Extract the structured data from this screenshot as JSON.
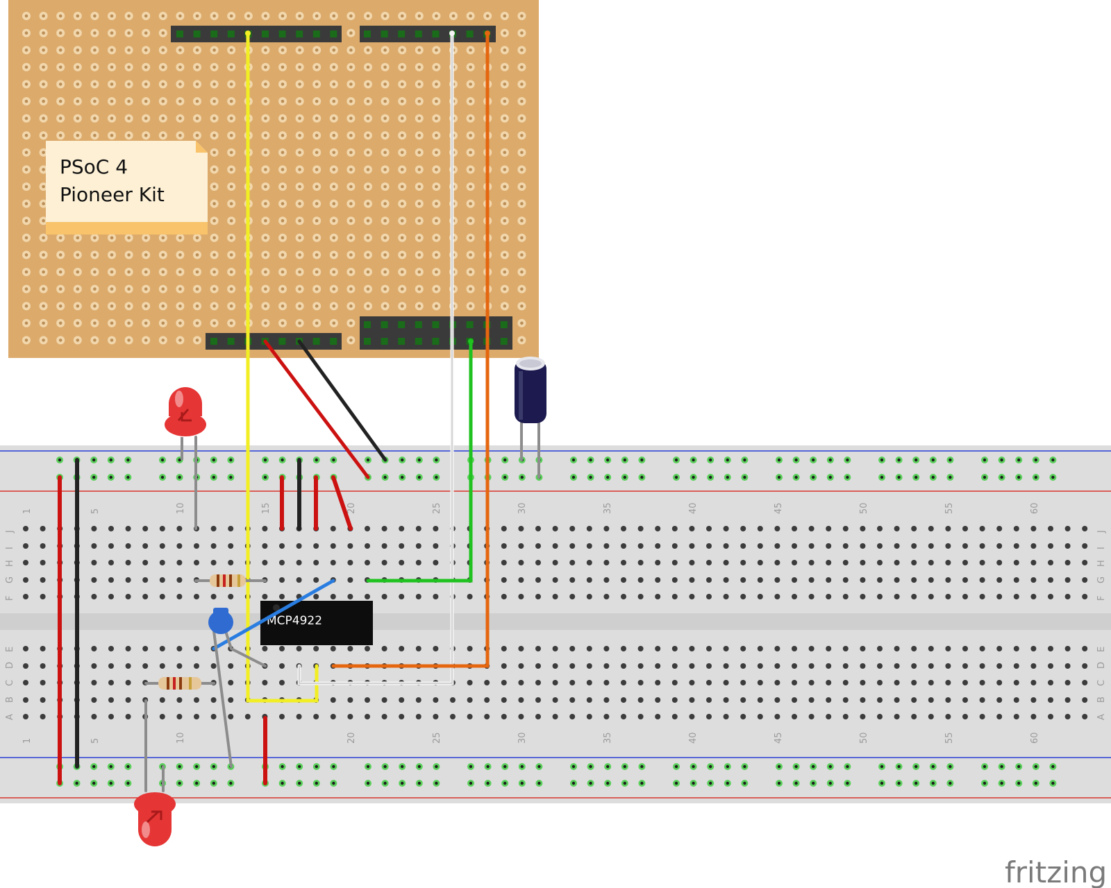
{
  "note": {
    "line1": "PSoC 4",
    "line2": "Pioneer Kit"
  },
  "chip": {
    "label": "MCP4922"
  },
  "logo": {
    "text": "fritzing"
  },
  "breadboard": {
    "column_numbers": [
      "1",
      "5",
      "10",
      "15",
      "20",
      "25",
      "30",
      "35",
      "40",
      "45",
      "50",
      "55",
      "60"
    ],
    "row_letters_top": [
      "J",
      "I",
      "H",
      "G",
      "F"
    ],
    "row_letters_bottom": [
      "E",
      "D",
      "C",
      "B",
      "A"
    ]
  },
  "colors": {
    "perfboard": "#dcab6c",
    "breadboard": "#dddddd",
    "rail_red": "#d9342b",
    "rail_blue": "#2a3fd6",
    "note": "#fdf0d5",
    "note_edge": "#f8c36a",
    "wire_yellow": "#f2ee24",
    "wire_white": "#f4f4f4",
    "wire_orange": "#e5660f",
    "wire_green": "#1fc21f",
    "wire_red": "#cc1111",
    "wire_black": "#222222",
    "wire_blue": "#2a7de0",
    "led": "#e53535",
    "capacitor_electrolytic": "#1c1a4e",
    "capacitor_ceramic": "#2f6bd1"
  }
}
